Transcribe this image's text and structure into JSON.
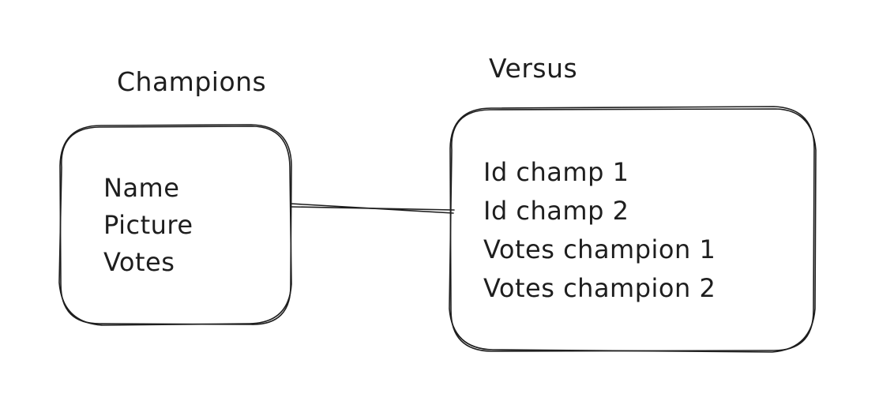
{
  "diagram": {
    "entities": [
      {
        "title": "Champions",
        "fields": [
          "Name",
          "Picture",
          "Votes"
        ]
      },
      {
        "title": "Versus",
        "fields": [
          "Id champ 1",
          "Id champ 2",
          "Votes champion 1",
          "Votes champion 2"
        ]
      }
    ],
    "relation": {
      "from": "Champions",
      "to": "Versus"
    },
    "stroke_color": "#1e1e1e",
    "background_color": "#ffffff"
  }
}
